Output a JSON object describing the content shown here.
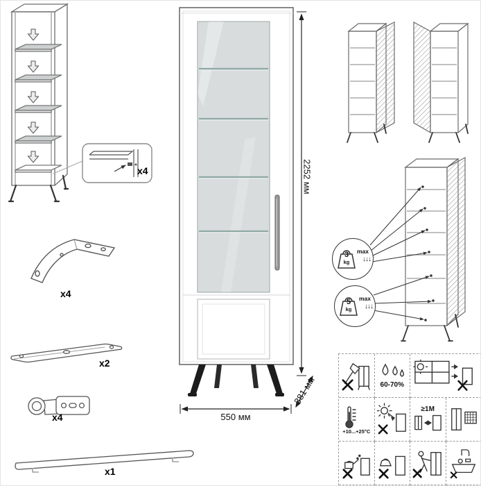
{
  "document": {
    "type": "furniture-assembly-instruction"
  },
  "parts": {
    "shelf_pin": {
      "qty": "x4"
    },
    "leg_bracket": {
      "qty": "x4"
    },
    "rail": {
      "qty": "x2"
    },
    "hinge": {
      "qty": "x4"
    },
    "handle": {
      "qty": "x1"
    }
  },
  "dimensions": {
    "height": "2252 мм",
    "width": "550 мм",
    "depth": "381 мм"
  },
  "load_limits": {
    "shelf": {
      "value": "3",
      "unit": "kg",
      "max_label": "max",
      "arrows": "↓↓↓"
    },
    "base": {
      "value": "5",
      "unit": "kg",
      "max_label": "max",
      "arrows": "↓↓↓"
    }
  },
  "care": {
    "humidity": "60-70%",
    "temperature": "+10...+25°С",
    "min_distance": "≥1M"
  }
}
